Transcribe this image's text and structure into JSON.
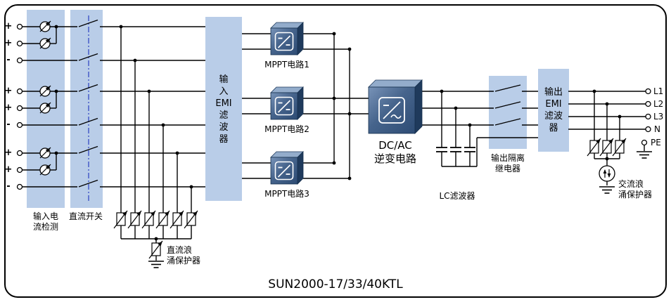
{
  "title": "SUN2000-17/33/40KTL",
  "input_terminals": [
    "+",
    "+",
    "-",
    "+",
    "+",
    "-",
    "+",
    "+",
    "-"
  ],
  "output_terminals": [
    "L1",
    "L2",
    "L3",
    "N",
    "PE"
  ],
  "blocks": {
    "input_current_detection": "输入电\n流检测",
    "dc_switch": "直流开关",
    "input_emi_filter": "输\n入\nEMI\n滤\n波\n器",
    "mppt1": "MPPT电路1",
    "mppt2": "MPPT电路2",
    "mppt3": "MPPT电路3",
    "inverter": "DC/AC\n逆变电路",
    "lc_filter": "LC滤波器",
    "output_relay": "输出隔离\n继电器",
    "output_emi_filter": "输出\nEMI\n滤波\n器",
    "dc_surge_protector": "直流浪\n涌保护器",
    "ac_surge_protector": "交流浪\n涌保护器"
  },
  "colors": {
    "block_fill": "#b9cde8",
    "wire": "#000000",
    "linkage_dash": "#2b3fc0",
    "box_front_light": "#7893b8",
    "box_front_dark": "#2e4c74",
    "box_top": "#93accb",
    "box_side": "#1f3a5c"
  }
}
